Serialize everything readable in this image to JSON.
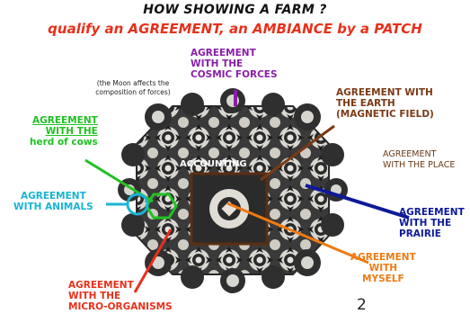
{
  "title": {
    "line1": "HOW SHOWING A FARM ?",
    "line2": "qualify an AGREEMENT, an AMBIANCE by a PATCH"
  },
  "labels": {
    "moon_note": "(the Moon affects the composition of forces)",
    "cosmic": [
      "AGREEMENT",
      "WITH THE",
      "COSMIC FORCES"
    ],
    "earth": [
      "AGREEMENT WITH",
      "THE EARTH",
      "(MAGNETIC FIELD)"
    ],
    "cows": [
      "AGREEMENT",
      "WITH THE",
      "herd of cows"
    ],
    "place": [
      "AGREEMENT",
      "WITH THE PLACE"
    ],
    "animals": [
      "AGREEMENT",
      "WITH ANIMALS"
    ],
    "prairie": [
      "AGREEMENT",
      "WITH THE",
      "PRAIRIE"
    ],
    "myself": [
      "AGREEMENT",
      "WITH",
      "MYSELF"
    ],
    "micro": [
      "AGREEMENT",
      "WITH THE",
      "MICRO-ORGANISMS"
    ],
    "accounting": "ACCOUNTING",
    "page_number": "2"
  },
  "colors": {
    "title_accent": "#e8301a",
    "cosmic": "#8a1ea8",
    "earth": "#7a3a14",
    "cows": "#22c122",
    "animals": "#1ab4d4",
    "prairie": "#0d1a99",
    "myself": "#f07a10",
    "micro": "#e8301a",
    "pattern_dark": "#2a2a2a",
    "pattern_light": "#d8d6d0",
    "frame": "#5a2e12"
  }
}
